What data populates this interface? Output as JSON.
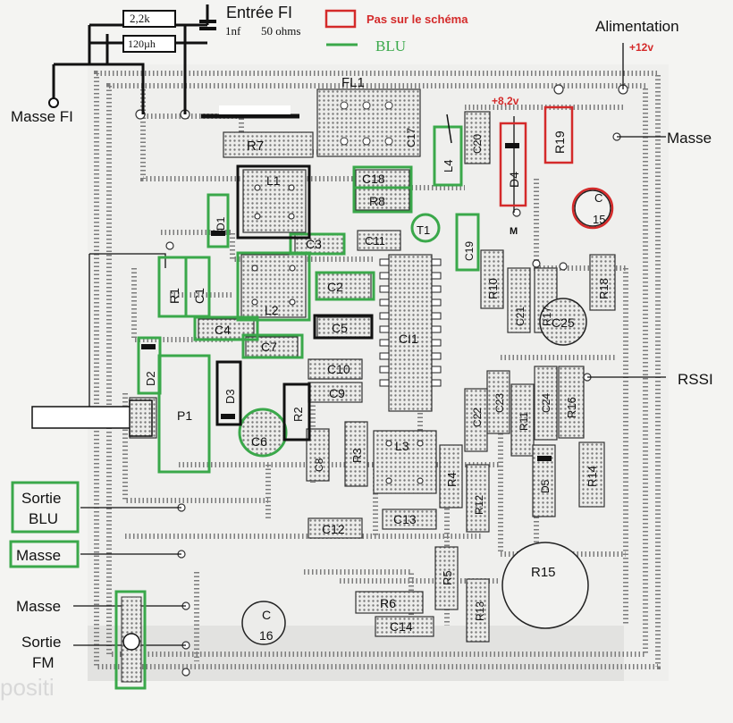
{
  "header": {
    "resistor_value": "2,2k",
    "inductor_value": "120µh",
    "input_title": "Entrée FI",
    "input_cap": "1nf",
    "input_impedance": "50 ohms",
    "legend_red": "Pas sur le schéma",
    "legend_green": "BLU"
  },
  "labels": {
    "masse_fi": "Masse FI",
    "alimentation": "Alimentation",
    "plus12": "+12v",
    "plus82": "+8,2v",
    "masse_right": "Masse",
    "rssi": "RSSI",
    "sortie_blu_1": "Sortie",
    "sortie_blu_2": "BLU",
    "masse_left_box": "Masse",
    "masse_left": "Masse",
    "sortie_fm_1": "Sortie",
    "sortie_fm_2": "FM",
    "m_mark": "M",
    "bottom_fragment": "positi"
  },
  "components": {
    "fl1": "FL1",
    "c17": "C17",
    "c20": "C20",
    "r19": "R19",
    "r7": "R7",
    "l4": "L4",
    "d4": "D4",
    "c15a": "C",
    "c15b": "15",
    "l1": "L1",
    "c18": "C18",
    "r8": "R8",
    "d1": "D1",
    "t1": "T1",
    "c19": "C19",
    "c3": "C3",
    "c11a": "C11",
    "r10": "R10",
    "r18": "R18",
    "r1": "R1",
    "c1": "C1",
    "l2": "L2",
    "c2": "C2",
    "c21": "C21",
    "r17": "R17",
    "c25": "C25",
    "ci1": "CI1",
    "c4": "C4",
    "c5": "C5",
    "c7": "C7",
    "d2": "D2",
    "c10": "C10",
    "c9": "C9",
    "d3": "D3",
    "p1": "P1",
    "c23": "C23",
    "c24": "C24",
    "c22": "C22",
    "r11": "R11",
    "r16": "R16",
    "r2": "R2",
    "c6": "C6",
    "c8": "C8",
    "r3": "R3",
    "l3": "L3",
    "r4": "R4",
    "d5": "D5",
    "r14": "R14",
    "r12": "R12",
    "c12": "C12",
    "c13": "C13",
    "r5": "R5",
    "r15": "R15",
    "r6": "R6",
    "c14": "C14",
    "r13": "R13",
    "c16a": "C",
    "c16b": "16"
  },
  "colors": {
    "green": "#3aa84a",
    "red": "#d42a2a",
    "black": "#111111",
    "dots": "#8a8a8a"
  }
}
